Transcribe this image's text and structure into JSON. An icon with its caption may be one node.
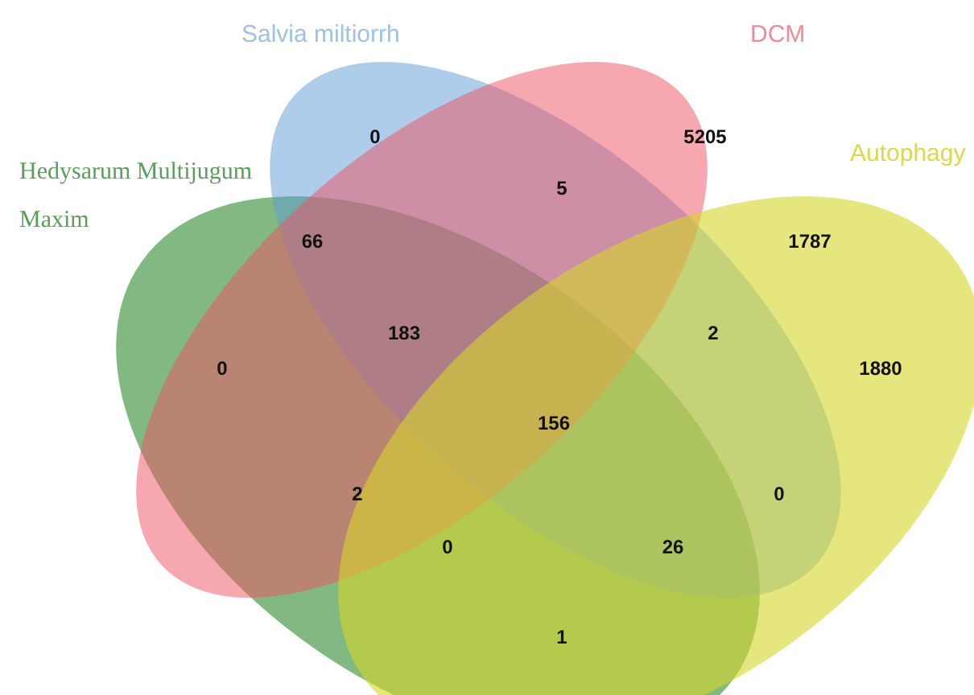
{
  "diagram": {
    "nodes": [
      {
        "text": [
          "Hedysarum Multijugum Maxim"
        ]
      },
      {
        "text": [
          "Salvia miltiorrh"
        ]
      },
      {
        "text": [
          "DCM"
        ]
      },
      {
        "text": [
          "Autophagy"
        ]
      }
    ],
    "labels": [
      "0",
      "5205",
      "5",
      "66",
      "1787",
      "183",
      "2",
      "0",
      "1880",
      "156",
      "2",
      "0",
      "0",
      "26",
      "1"
    ]
  }
}
